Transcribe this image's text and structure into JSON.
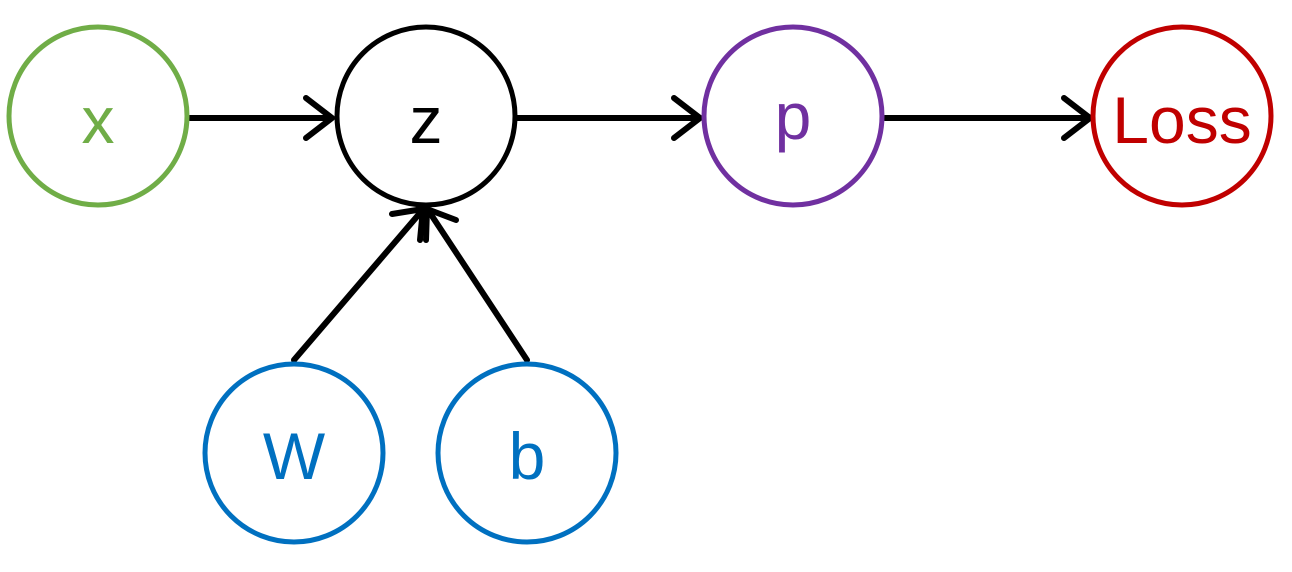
{
  "diagram": {
    "nodes": {
      "x": {
        "label": "x",
        "color": "#70ad47"
      },
      "z": {
        "label": "z",
        "color": "#000000"
      },
      "p": {
        "label": "p",
        "color": "#7030a0"
      },
      "loss": {
        "label": "Loss",
        "color": "#c00000"
      },
      "w": {
        "label": "W",
        "color": "#0070c0"
      },
      "b": {
        "label": "b",
        "color": "#0070c0"
      }
    },
    "edges": [
      {
        "from": "x",
        "to": "z"
      },
      {
        "from": "z",
        "to": "p"
      },
      {
        "from": "p",
        "to": "loss"
      },
      {
        "from": "w",
        "to": "z"
      },
      {
        "from": "b",
        "to": "z"
      }
    ],
    "edge_color": "#000000"
  }
}
